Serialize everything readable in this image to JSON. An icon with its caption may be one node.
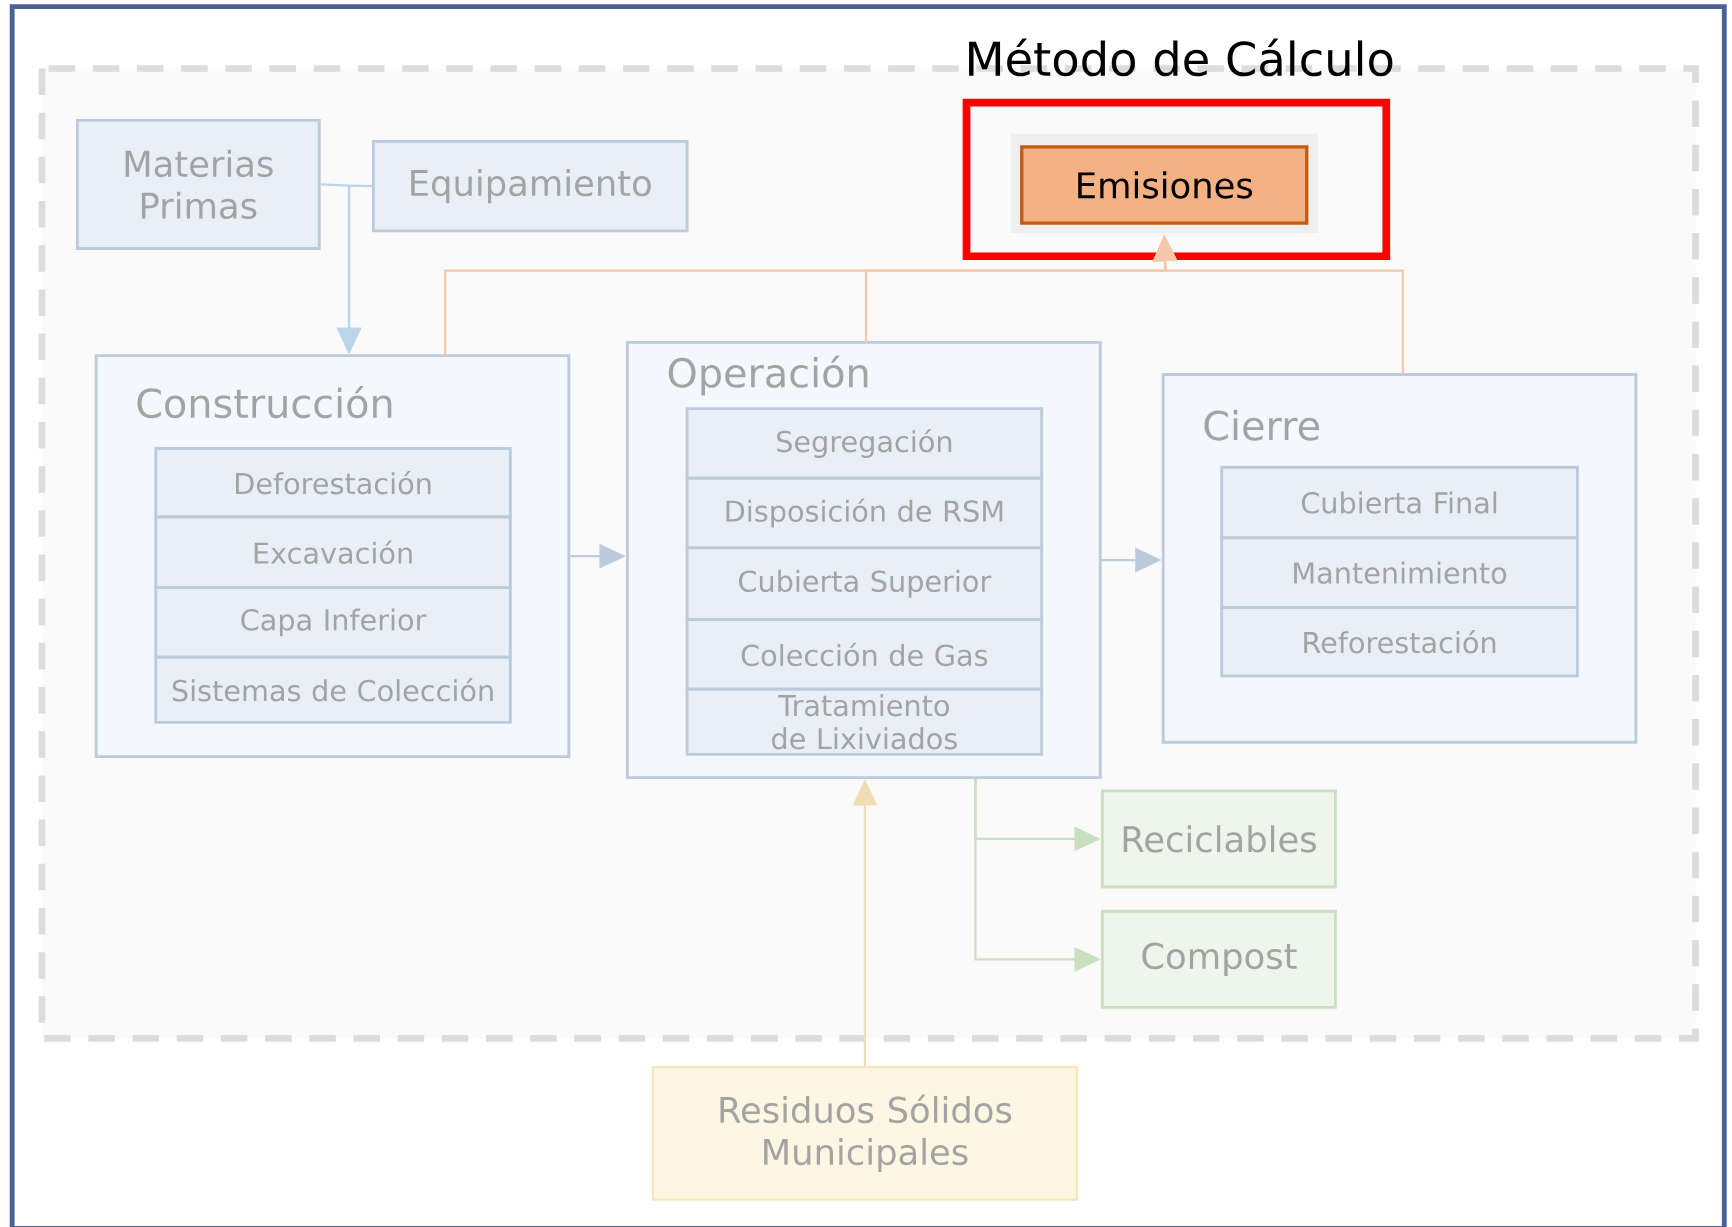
{
  "diagram": {
    "nodes": [
      {
        "text": [
          "Método de Cálculo"
        ]
      },
      {
        "text": [
          "Emisiones"
        ],
        "in": 0
      },
      {
        "text": [
          "Materias Primas"
        ]
      },
      {
        "text": [
          "Equipamiento"
        ]
      },
      {
        "text": [
          "Construcción"
        ]
      },
      {
        "text": [
          "Deforestación"
        ],
        "in": 4
      },
      {
        "text": [
          "Excavación"
        ],
        "in": 4
      },
      {
        "text": [
          "Capa Inferior"
        ],
        "in": 4
      },
      {
        "text": [
          "Sistemas de Colección"
        ],
        "in": 4
      },
      {
        "text": [
          "Operación"
        ]
      },
      {
        "text": [
          "Segregación"
        ],
        "in": 9
      },
      {
        "text": [
          "Disposición de RSM"
        ],
        "in": 9
      },
      {
        "text": [
          "Cubierta Superior"
        ],
        "in": 9
      },
      {
        "text": [
          "Colección de Gas"
        ],
        "in": 9
      },
      {
        "text": [
          "Tratamiento de Lixiviados"
        ],
        "in": 9
      },
      {
        "text": [
          "Cierre"
        ]
      },
      {
        "text": [
          "Cubierta Final"
        ],
        "in": 15
      },
      {
        "text": [
          "Mantenimiento"
        ],
        "in": 15
      },
      {
        "text": [
          "Reforestación"
        ],
        "in": 15
      },
      {
        "text": [
          "Reciclables"
        ]
      },
      {
        "text": [
          "Compost"
        ]
      },
      {
        "text": [
          "Residuos Sólidos Municipales"
        ]
      }
    ],
    "edges": [
      {
        "from": 2,
        "to": 4,
        "arrow": "to",
        "color": "#bcd4e8"
      },
      {
        "from": 3,
        "to": 4,
        "arrow": "to",
        "color": "#bcd4e8"
      },
      {
        "from": 4,
        "to": 9,
        "arrow": "to",
        "color": "#bccbdc"
      },
      {
        "from": 9,
        "to": 15,
        "arrow": "to",
        "color": "#bccbdc"
      },
      {
        "from": 4,
        "to": 1,
        "arrow": "to",
        "color": "#f4c8a8"
      },
      {
        "from": 9,
        "to": 1,
        "arrow": "to",
        "color": "#f4c8a8"
      },
      {
        "from": 15,
        "to": 1,
        "arrow": "to",
        "color": "#f4c8a8"
      },
      {
        "from": 9,
        "to": 19,
        "arrow": "to",
        "color": "#c9dfc0"
      },
      {
        "from": 9,
        "to": 20,
        "arrow": "to",
        "color": "#c9dfc0"
      },
      {
        "from": 21,
        "to": 9,
        "arrow": "to",
        "color": "#f0ddb5"
      }
    ]
  }
}
